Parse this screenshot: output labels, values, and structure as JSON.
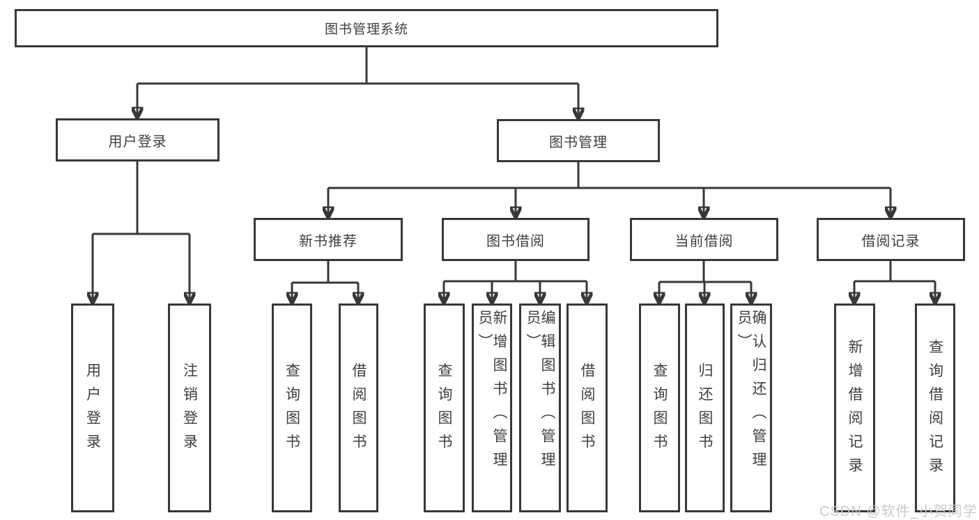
{
  "diagram": {
    "root": {
      "label": "图书管理系统"
    },
    "level2": [
      {
        "label": "用户登录"
      },
      {
        "label": "图书管理"
      }
    ],
    "level3": [
      {
        "label": "新书推荐"
      },
      {
        "label": "图书借阅"
      },
      {
        "label": "当前借阅"
      },
      {
        "label": "借阅记录"
      }
    ],
    "leaves": {
      "user_login": [
        "用户登录",
        "注销登录"
      ],
      "new_book_recommend": [
        "查询图书",
        "借阅图书"
      ],
      "book_borrowing": [
        "查询图书",
        "新增图书（管理员）",
        "编辑图书（管理员）",
        "借阅图书"
      ],
      "current_borrowing": [
        "查询图书",
        "归还图书",
        "确认归还（管理员）"
      ],
      "borrowing_records": [
        "新增借阅记录",
        "查询借阅记录"
      ]
    }
  },
  "watermark": {
    "text": "CSDN @软件_小贺同学"
  },
  "colors": {
    "line": "#383838",
    "box_border": "#383838",
    "text": "#3f3f3f",
    "watermark": "#c7c7c7",
    "background": "#ffffff"
  }
}
